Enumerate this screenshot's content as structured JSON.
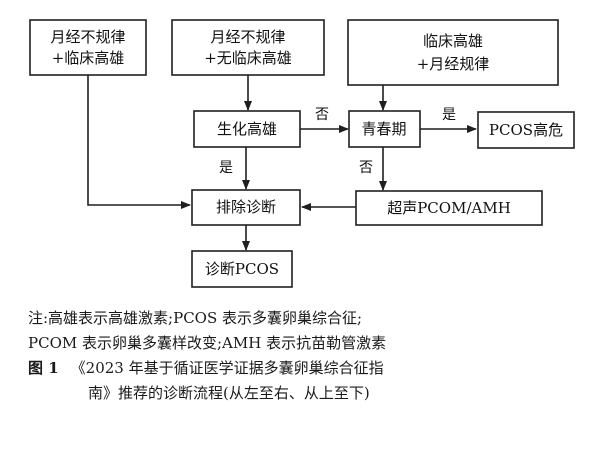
{
  "nodes": {
    "n1": {
      "line1": "月经不规律",
      "line2": "+临床高雄"
    },
    "n2": {
      "line1": "月经不规律",
      "line2": "+无临床高雄"
    },
    "n3": {
      "line1": "临床高雄",
      "line2": "+月经规律"
    },
    "n4": "生化高雄",
    "n5": "青春期",
    "n6": "PCOS高危",
    "n7": "排除诊断",
    "n8": "超声PCOM/AMH",
    "n9": "诊断PCOS"
  },
  "edges": {
    "n4_to_n5": "否",
    "n5_to_n6": "是",
    "n4_to_n7": "是",
    "n5_to_n8": "否"
  },
  "caption": {
    "note_line1": "注:高雄表示高雄激素;PCOS 表示多囊卵巢综合征;",
    "note_line2": "PCOM 表示卵巢多囊样改变;AMH 表示抗苗勒管激素",
    "figure_label": "图 1",
    "figure_title_line1": "《2023 年基于循证医学证据多囊卵巢综合征指",
    "figure_title_line2": "南》推荐的诊断流程(从左至右、从上至下)"
  }
}
